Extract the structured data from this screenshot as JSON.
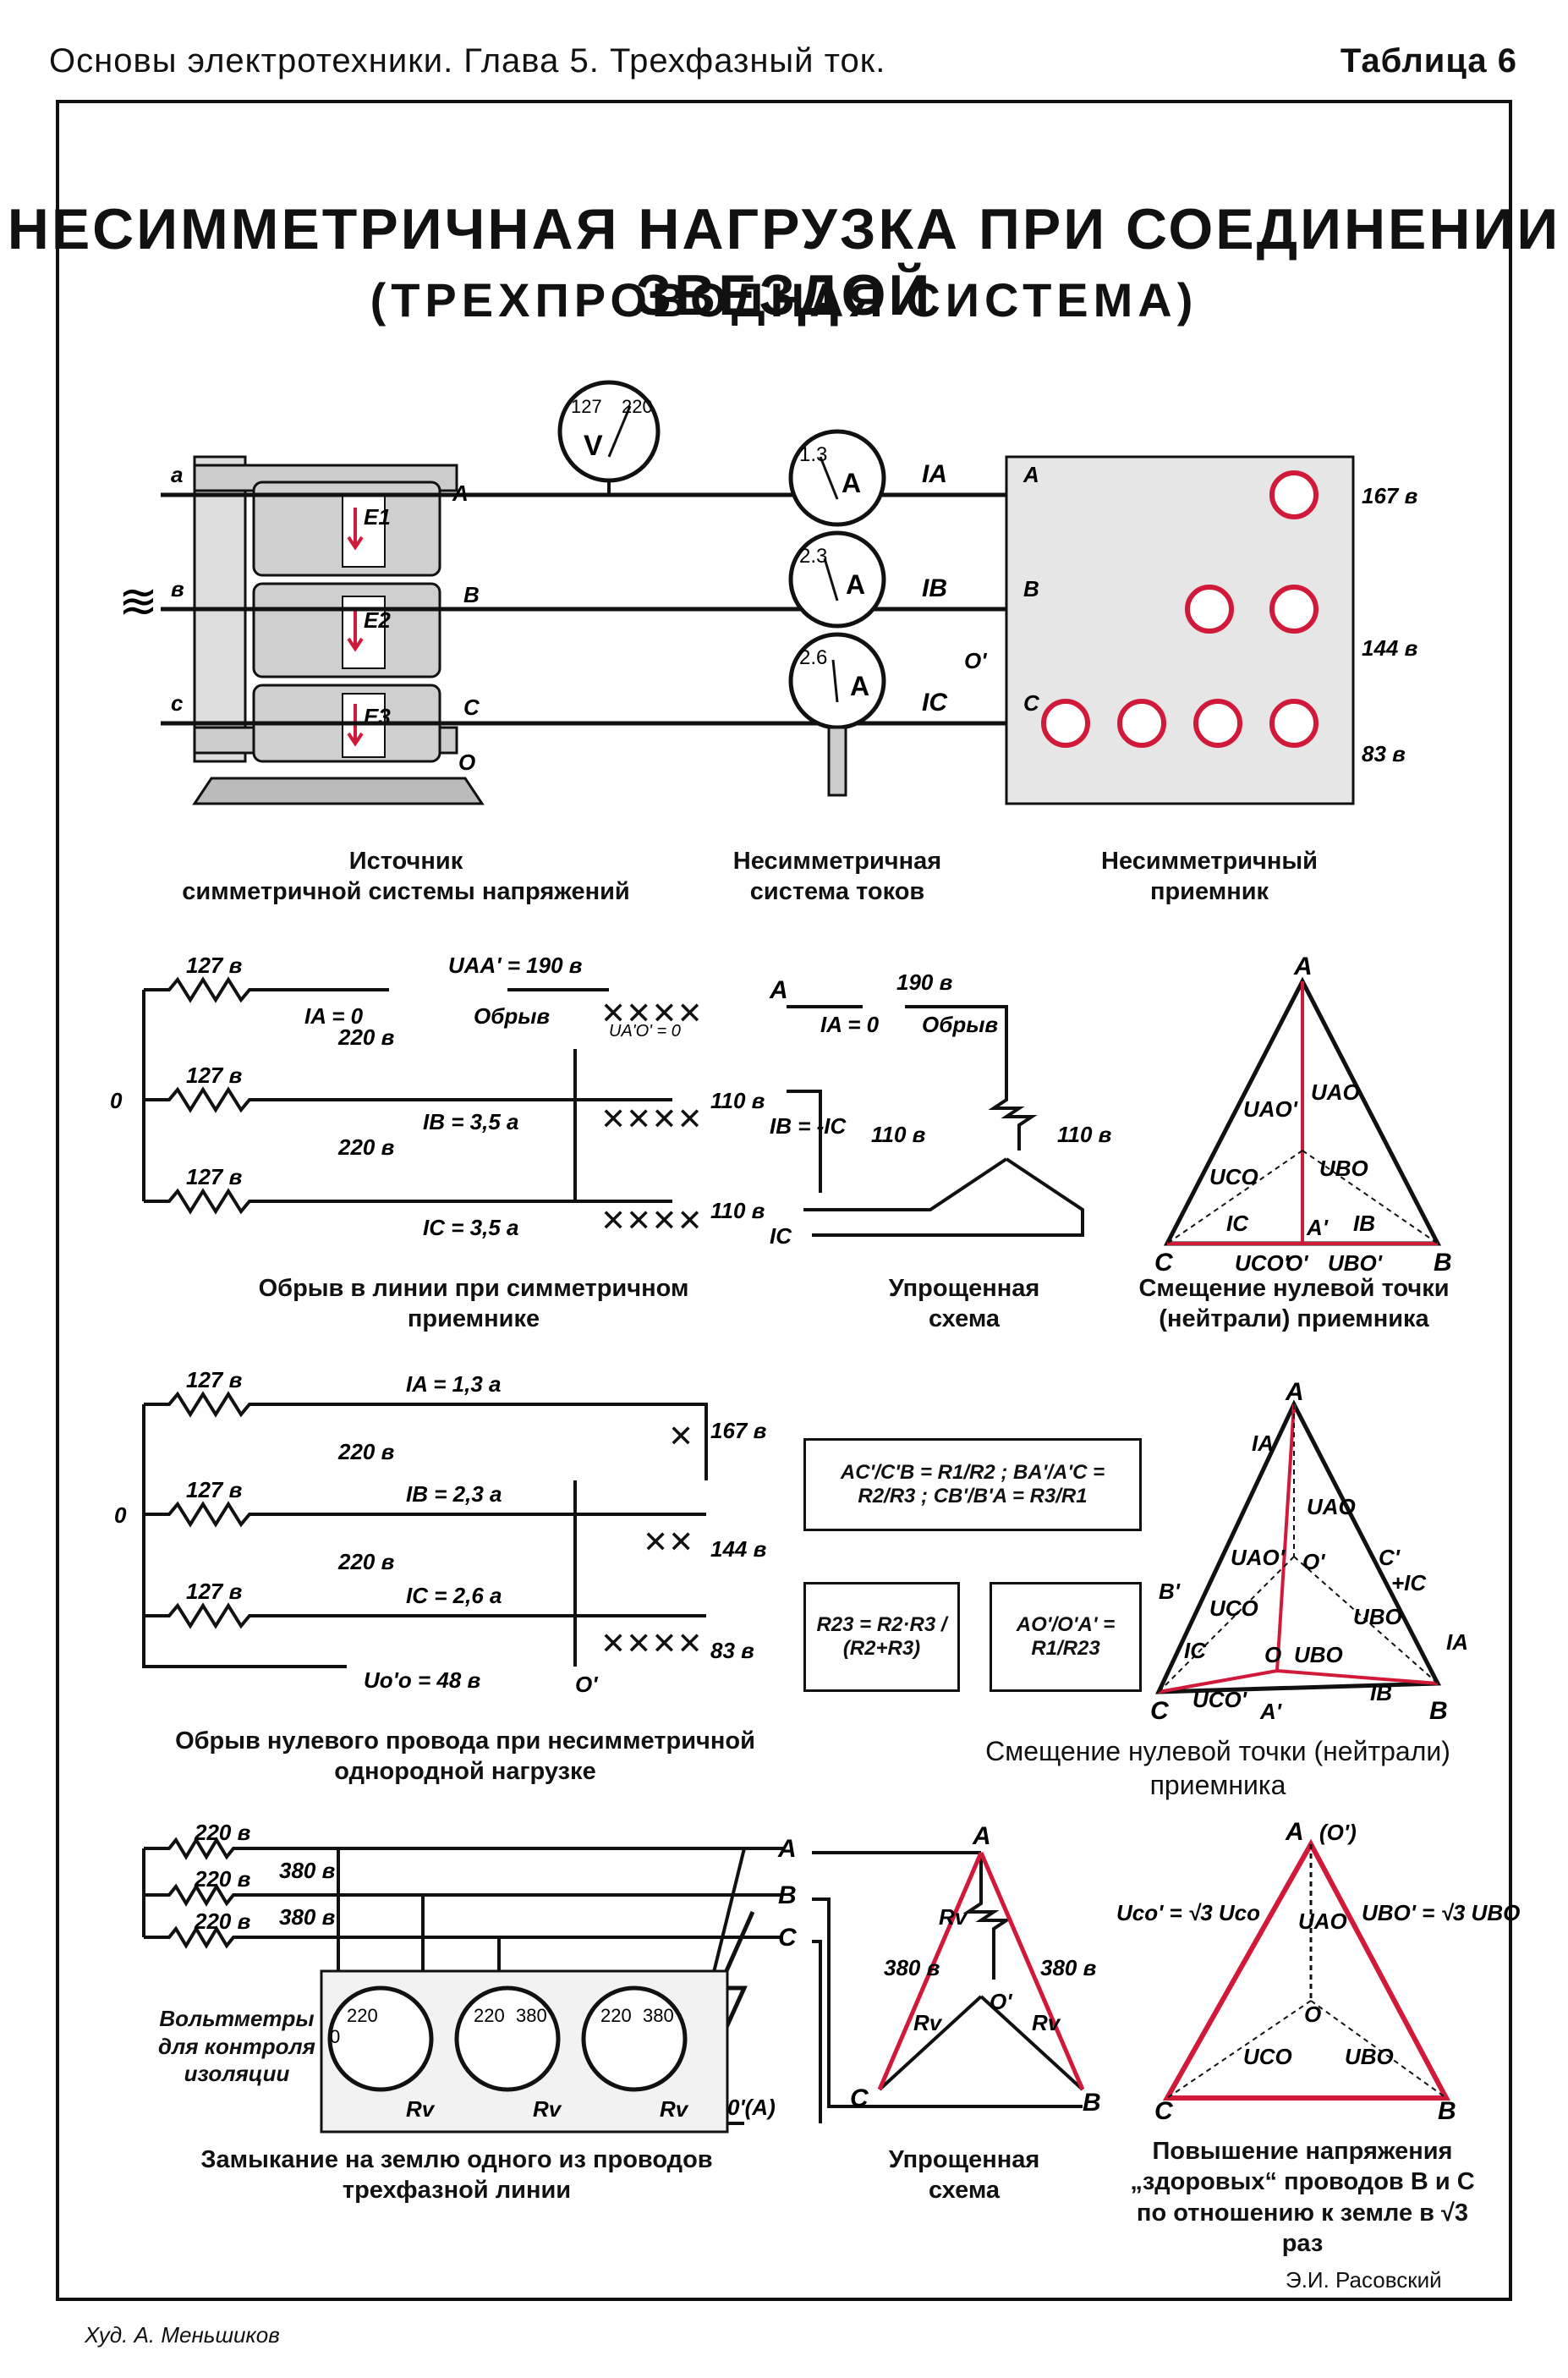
{
  "header": {
    "left": "Основы электротехники. Глава 5. Трехфазный ток.",
    "right": "Таблица 6"
  },
  "title": {
    "line1": "НЕСИММЕТРИЧНАЯ НАГРУЗКА ПРИ СОЕДИНЕНИИ ЗВЕЗДОЙ",
    "line2": "(ТРЕХПРОВОДНАЯ СИСТЕМА)"
  },
  "section1": {
    "captions": {
      "source": "Источник\nсимметричной системы напряжений",
      "currents": "Несимметричная\nсистема токов",
      "receiver": "Несимметричный\nприемник"
    },
    "wires": [
      "a",
      "в",
      "с"
    ],
    "emf": [
      "E1",
      "E2",
      "E3"
    ],
    "terminals": [
      "A",
      "B",
      "C",
      "O"
    ],
    "voltmeter": {
      "left": "127",
      "right": "220",
      "unit": "V"
    },
    "ammeters": [
      {
        "value": "1.3",
        "unit": "A",
        "current": "IA"
      },
      {
        "value": "2.3",
        "unit": "A",
        "current": "IB"
      },
      {
        "value": "2.6",
        "unit": "A",
        "current": "IC"
      }
    ],
    "load_labels": [
      "A",
      "B",
      "O'",
      "C"
    ],
    "load_voltages": [
      "167 в",
      "144 в",
      "83 в"
    ],
    "tilde": "≋"
  },
  "section2": {
    "caption_left": "Обрыв в линии при симметричном\nприемнике",
    "caption_mid": "Упрощенная\nсхема",
    "caption_right": "Смещение нулевой точки\n(нейтрали) приемника",
    "phase_voltage": "127 в",
    "line_voltage": "220 в",
    "node_o": "0",
    "ua": "UAA' = 190 в",
    "ia": "IA = 0",
    "break": "Обрыв",
    "uao": "UA'O' = 0",
    "ib": "IB = 3,5 а",
    "ic": "IC = 3,5 а",
    "v110": "110 в",
    "simplified": {
      "v190": "190 в",
      "ia0": "IA = 0",
      "break": "Обрыв",
      "ib": "IB = -IC",
      "ic": "IC",
      "v110a": "110 в",
      "v110b": "110 в"
    },
    "vec_labels": [
      "A",
      "UAO'",
      "UAO",
      "UCO",
      "UBO",
      "IC",
      "IB",
      "A'",
      "C",
      "UCO'",
      "O'",
      "UBO'",
      "B",
      "O"
    ]
  },
  "section3": {
    "caption_left": "Обрыв нулевого провода при несимметричной\nоднородной нагрузке",
    "caption_right": "Смещение нулевой точки (нейтрали)\nприемника",
    "ia": "IA = 1,3 а",
    "ib": "IB = 2,3 а",
    "ic": "IC = 2,6 а",
    "uoo": "Uo'o = 48 в",
    "loads": [
      "167 в",
      "144 в",
      "83 в"
    ],
    "node_o": "0",
    "node_o2": "O'",
    "formula1": "AC'/C'B = R1/R2 ; BA'/A'C = R2/R3 ; CB'/B'A = R3/R1",
    "formula2": "R23 = R2·R3 / (R2+R3)",
    "formula3": "AO'/O'A' = R1/R23",
    "vec_labels": [
      "A",
      "IA",
      "UAO",
      "UAO'",
      "O'",
      "C'",
      "+IC",
      "B'",
      "UCO",
      "UBO",
      "IA",
      "IC",
      "O",
      "UBO",
      "IB",
      "C",
      "UCO'",
      "A'",
      "B"
    ]
  },
  "section4": {
    "caption_left": "Замыкание на землю одного из проводов\nтрехфазной линии",
    "caption_mid": "Упрощенная\nсхема",
    "caption_right": "Повышение напряжения\n„здоровых“ проводов B и C\nпо отношению к земле в √3 раз",
    "phase_voltage": "220 в",
    "line_voltage": "380 в",
    "lines": [
      "A",
      "B",
      "C"
    ],
    "volt_caption": "Вольтметры\nдля контроля\nизоляции",
    "volt_values": [
      [
        "220",
        "0"
      ],
      [
        "220",
        "380"
      ],
      [
        "220",
        "380"
      ]
    ],
    "rv": "Rv",
    "ground": "0'(A)",
    "vec_labels": [
      "A",
      "(O')",
      "Uco' = √3 Uco",
      "UAO",
      "UBO' = √3 UBO",
      "O",
      "UCO",
      "UBO",
      "C",
      "B"
    ],
    "simp_labels": [
      "A",
      "380 в",
      "380 в",
      "Rv",
      "Rv",
      "Rv",
      "O'",
      "C",
      "B"
    ]
  },
  "credits": {
    "author": "Э.И. Расовский",
    "artist": "Худ. А. Меньшиков"
  },
  "colors": {
    "ink": "#111111",
    "accent": "#d11a3a",
    "panel": "#e6e6e6"
  }
}
